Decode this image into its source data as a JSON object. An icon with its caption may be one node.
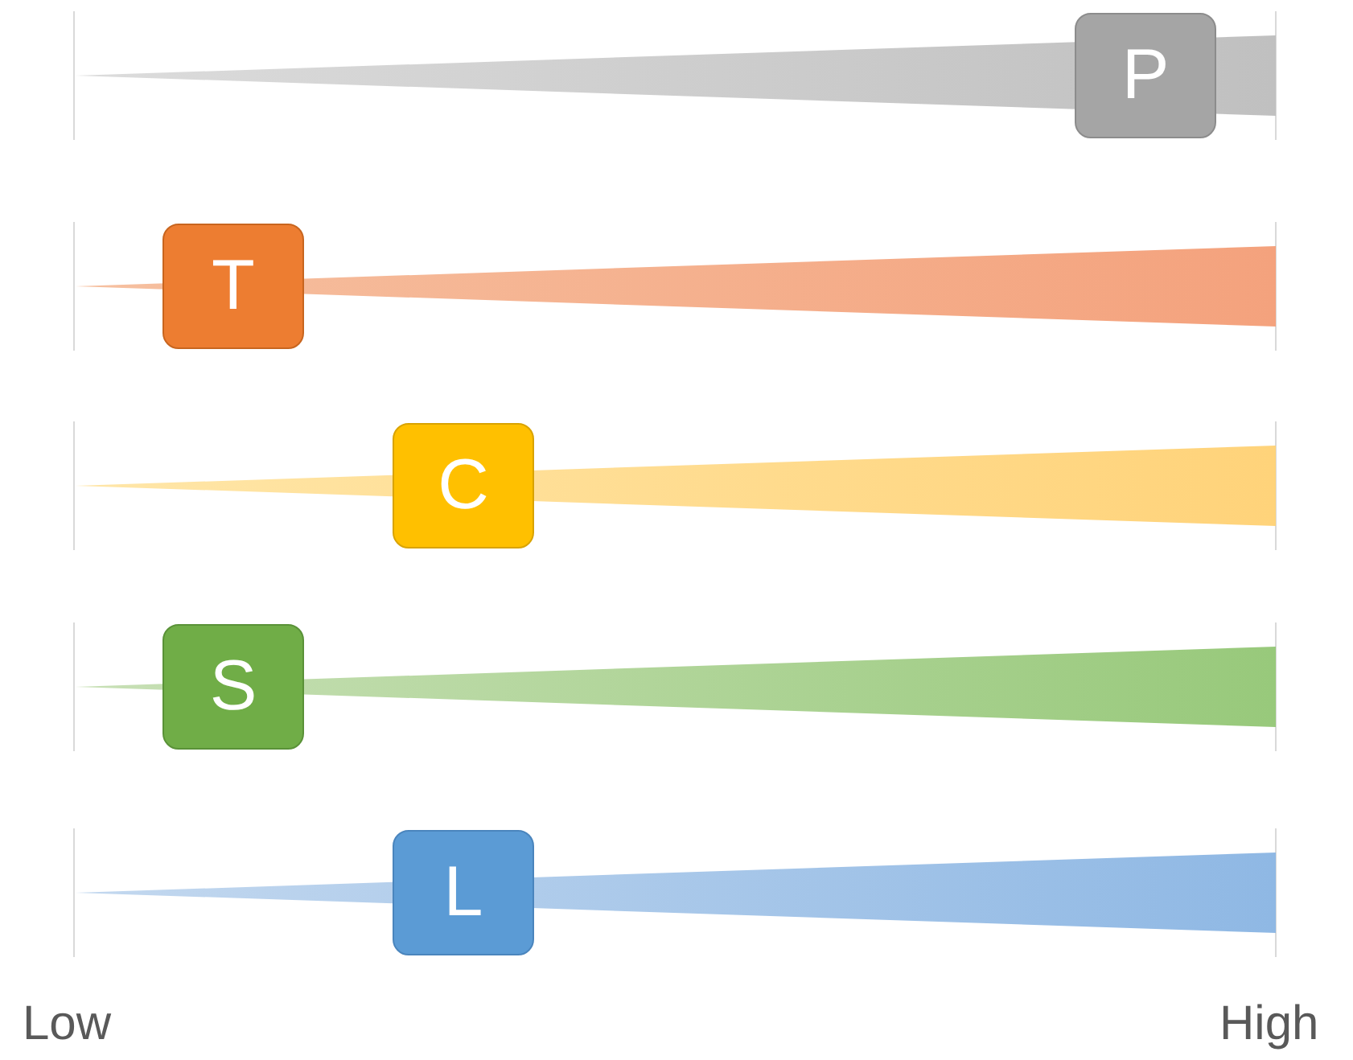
{
  "diagram": {
    "nodes": [
      {
        "text": [
          "P"
        ]
      },
      {
        "text": [
          "T"
        ]
      },
      {
        "text": [
          "C"
        ]
      },
      {
        "text": [
          "S"
        ]
      },
      {
        "text": [
          "L"
        ]
      }
    ],
    "labels": [
      "Low",
      "High"
    ]
  }
}
